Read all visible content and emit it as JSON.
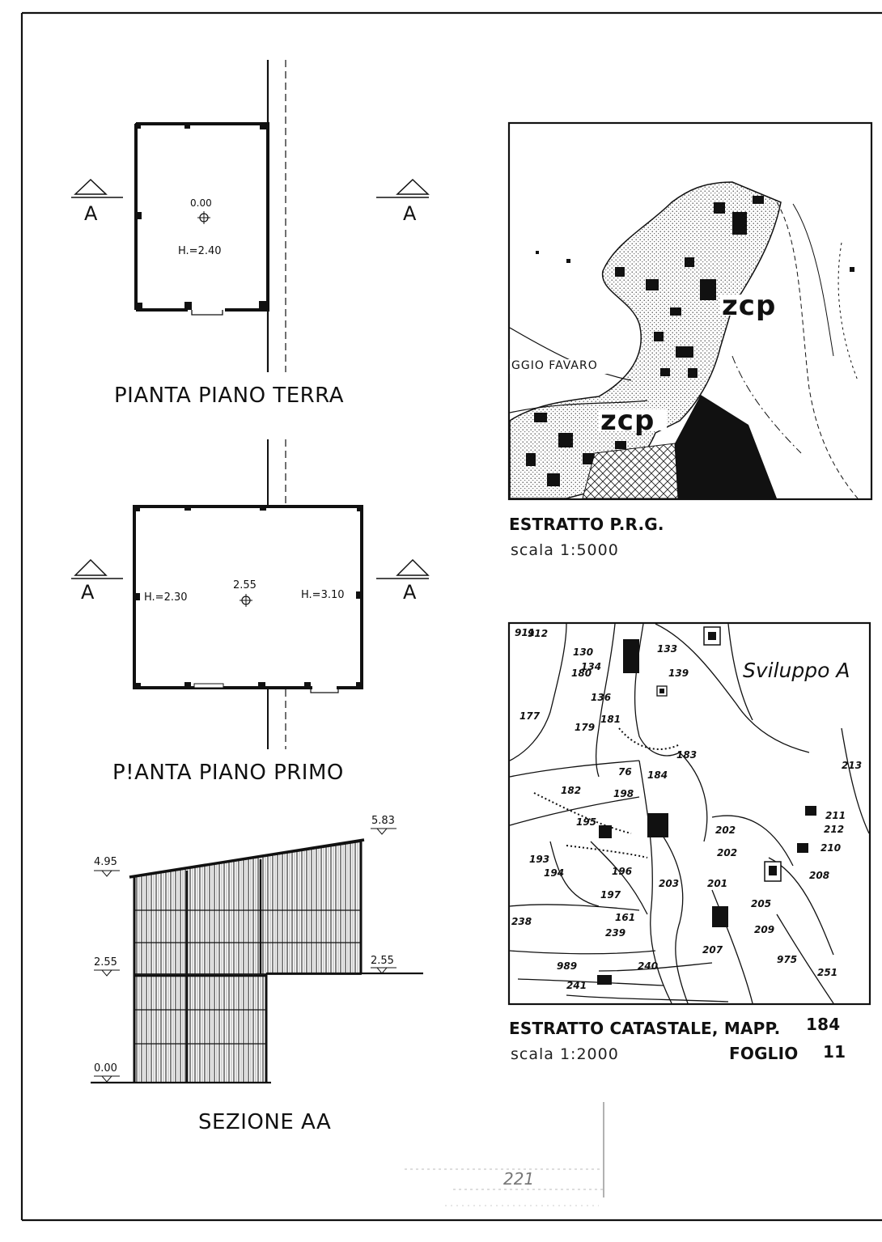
{
  "plans": {
    "ground": {
      "title": "PIANTA PIANO TERRA",
      "level": "0.00",
      "height": "H.=2.40",
      "section_letter_left": "A",
      "section_letter_right": "A"
    },
    "first": {
      "title": "P!ANTA PIANO PRIMO",
      "level": "2.55",
      "height_left": "H.=2.30",
      "height_right": "H.=3.10",
      "section_letter_left": "A",
      "section_letter_right": "A"
    }
  },
  "section": {
    "title": "SEZIONE AA",
    "levels": {
      "ridge": "5.83",
      "eave": "4.95",
      "floor_left": "2.55",
      "floor_right": "2.55",
      "ground": "0.00"
    }
  },
  "prg": {
    "caption": "ESTRATTO P.R.G.",
    "scale": "scala 1:5000",
    "map_labels": {
      "zone_a": "zcp",
      "zone_b": "zcp",
      "place": "GGIO FAVARO"
    }
  },
  "catasto": {
    "caption": "ESTRATTO CATASTALE, MAPP.",
    "mapp_number": "184",
    "scale": "scala 1:2000",
    "foglio_label": "FOGLIO",
    "foglio_number": "11",
    "map_title": "Sviluppo A",
    "parcels": [
      "911",
      "912",
      "130",
      "133",
      "134",
      "180",
      "139",
      "136",
      "177",
      "181",
      "179",
      "183",
      "213",
      "76",
      "182",
      "198",
      "184",
      "211",
      "212",
      "195",
      "202",
      "210",
      "193",
      "194",
      "196",
      "203",
      "201",
      "205",
      "197",
      "208",
      "238",
      "161",
      "239",
      "202",
      "207",
      "209",
      "975",
      "251",
      "240",
      "989",
      "241"
    ]
  },
  "stamp": {
    "number": "221"
  }
}
